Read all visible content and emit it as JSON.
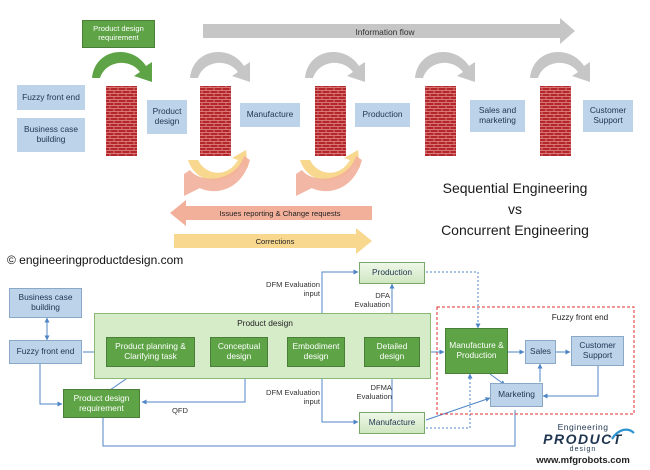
{
  "top": {
    "info_flow": "Information flow",
    "product_design_requirement": "Product design requirement",
    "fuzzy_front_end": "Fuzzy front end",
    "business_case_building": "Business case building",
    "product_design": "Product design",
    "manufacture": "Manufacture",
    "production": "Production",
    "sales_marketing": "Sales and marketing",
    "customer_support": "Customer Support",
    "issues_reporting": "Issues reporting & Change requests",
    "corrections": "Corrections"
  },
  "title": {
    "line1": "Sequential Engineering",
    "line2": "vs",
    "line3": "Concurrent Engineering"
  },
  "copyright": "© engineeringproductdesign.com",
  "bottom": {
    "business_case_building": "Business case building",
    "fuzzy_front_end": "Fuzzy front end",
    "product_design_group": "Product design",
    "product_planning": "Product planning & Clarifying task",
    "conceptual_design": "Conceptual design",
    "embodiment_design": "Embodiment design",
    "detailed_design": "Detailed design",
    "product_design_requirement": "Product design requirement",
    "qfd": "QFD",
    "production": "Production",
    "manufacture": "Manufacture",
    "dfm_top": "DFM Evaluation input",
    "dfa": "DFA Evaluation",
    "dfm_bottom": "DFM Evaluation input",
    "dfma": "DFMA Evaluation",
    "fuzzy_front_end_right": "Fuzzy front end",
    "manufacture_production": "Manufacture & Production",
    "sales": "Sales",
    "customer_support": "Customer Support",
    "marketing": "Marketing"
  },
  "logo": {
    "line1": "Engineering",
    "line2": "PRODUCT",
    "line3": "design",
    "url": "www.mfgrobots.com"
  },
  "colors": {
    "green": "#5ea446",
    "blue_box": "#bcd3ea",
    "brick": "#b3262a",
    "arrow_gray": "#c6c6c6",
    "arrow_orange": "#f2b09b",
    "arrow_yellow": "#f8d88f",
    "connector": "#4f86c6"
  }
}
